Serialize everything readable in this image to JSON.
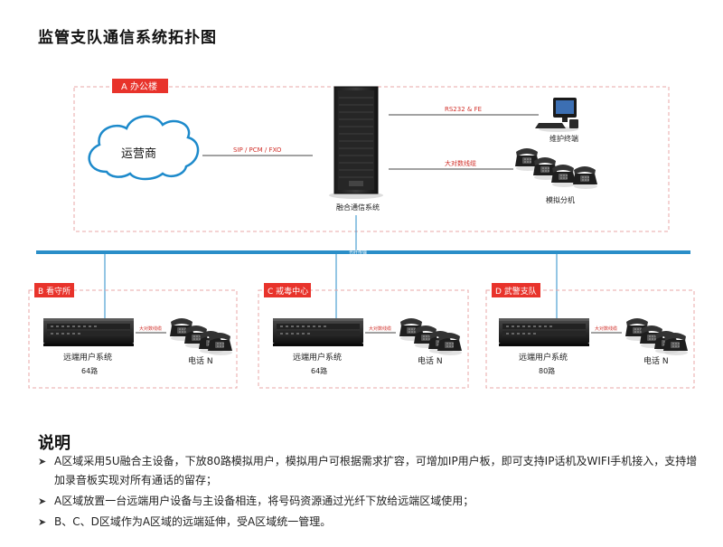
{
  "title": "监管支队通信系统拓扑图",
  "zones": {
    "a": {
      "tag": "A 办公楼"
    },
    "b": {
      "tag": "B 看守所",
      "device": "远端用户系统",
      "capacity": "64路",
      "link": "大对数线缆",
      "phone": "电话 N"
    },
    "c": {
      "tag": "C 戒毒中心",
      "device": "远端用户系统",
      "capacity": "64路",
      "link": "大对数线缆",
      "phone": "电话 N"
    },
    "d": {
      "tag": "D 武警支队",
      "device": "远端用户系统",
      "capacity": "80路",
      "link": "大对数线缆",
      "phone": "电话 N"
    }
  },
  "nodes": {
    "carrier": "运营商",
    "core": "融合通信系统",
    "maintenance": "维护终端",
    "analog": "模拟分机"
  },
  "links": {
    "carrier_core": "SIP / PCM / FXO",
    "core_maint": "RS232 & FE",
    "core_analog": "大对数线缆",
    "fiber": "光纤传输"
  },
  "notes": {
    "heading": "说明",
    "items": [
      "A区域采用5U融合主设备，下放80路模拟用户，模拟用户可根据需求扩容，可增加IP用户板，即可支持IP话机及WIFI手机接入，支持增加录音板实现对所有通话的留存；",
      "A区域放置一台远端用户设备与主设备相连，将号码资源通过光纤下放给远端区域使用；",
      "B、C、D区域作为A区域的远端延伸，受A区域统一管理。"
    ]
  },
  "colors": {
    "accent": "#e8332b",
    "fiber": "#2a8ec8",
    "dash": "#e9a7a7",
    "link_text": "#d1302a"
  }
}
